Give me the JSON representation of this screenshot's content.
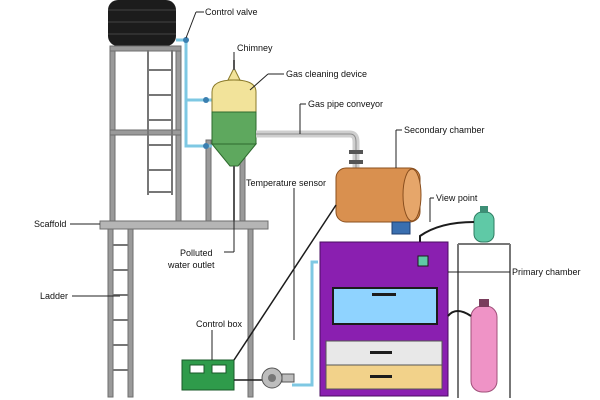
{
  "labels": {
    "control_valve": "Control valve",
    "chimney": "Chimney",
    "gas_cleaning_device": "Gas cleaning device",
    "gas_pipe_conveyor": "Gas pipe conveyor",
    "secondary_chamber": "Secondary chamber",
    "temperature_sensor": "Temperature sensor",
    "view_point": "View point",
    "scaffold": "Scaffold",
    "polluted_line1": "Polluted",
    "polluted_line2": "water outlet",
    "primary_chamber": "Primary chamber",
    "ladder": "Ladder",
    "control_box": "Control box"
  },
  "colors": {
    "water_tank": "#1c1c1c",
    "scaffold_frame": "#9a9a9a",
    "water_pipe": "#7ec8e3",
    "gas_cleaner_top": "#f2e39a",
    "gas_cleaner_body": "#5ea85e",
    "gas_pipe": "#cfcfcf",
    "secondary_chamber": "#d9904f",
    "primary_chamber": "#8a1fb0",
    "primary_window": "#8fd3ff",
    "drawer_upper": "#e8e8e8",
    "drawer_lower": "#f2d28a",
    "gas_cylinder": "#ef93c6",
    "small_cylinder": "#5fc9a6",
    "control_box": "#2f9b4b",
    "blower": "#bdbdbd"
  }
}
